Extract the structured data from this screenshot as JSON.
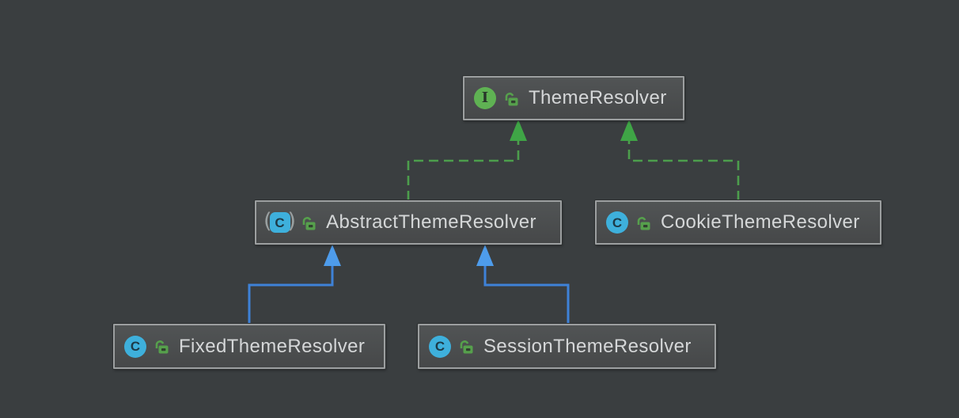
{
  "diagram": {
    "tool": "uml-class-diagram",
    "nodes": [
      {
        "id": "theme-resolver",
        "label": "ThemeResolver",
        "kind": "interface",
        "kind_letter": "I",
        "visibility": "public"
      },
      {
        "id": "abstract-theme-resolver",
        "label": "AbstractThemeResolver",
        "kind": "abstract-class",
        "kind_letter": "C",
        "visibility": "public"
      },
      {
        "id": "cookie-theme-resolver",
        "label": "CookieThemeResolver",
        "kind": "class",
        "kind_letter": "C",
        "visibility": "public"
      },
      {
        "id": "fixed-theme-resolver",
        "label": "FixedThemeResolver",
        "kind": "class",
        "kind_letter": "C",
        "visibility": "public"
      },
      {
        "id": "session-theme-resolver",
        "label": "SessionThemeResolver",
        "kind": "class",
        "kind_letter": "C",
        "visibility": "public"
      }
    ],
    "edges": [
      {
        "from": "AbstractThemeResolver",
        "to": "ThemeResolver",
        "relationship": "implements",
        "line_style": "dashed",
        "color": "#4c9e4c"
      },
      {
        "from": "CookieThemeResolver",
        "to": "ThemeResolver",
        "relationship": "implements",
        "line_style": "dashed",
        "color": "#4c9e4c"
      },
      {
        "from": "FixedThemeResolver",
        "to": "AbstractThemeResolver",
        "relationship": "extends",
        "line_style": "solid",
        "color": "#4088dd"
      },
      {
        "from": "SessionThemeResolver",
        "to": "AbstractThemeResolver",
        "relationship": "extends",
        "line_style": "solid",
        "color": "#4088dd"
      }
    ],
    "abstract_parens": {
      "open": "(",
      "close": ")"
    },
    "colors": {
      "background": "#3a3e40",
      "node_fill": "#4c4f50",
      "node_border": "#9c9fa0",
      "node_text": "#d5d7d8",
      "implements_green": "#4c9e4c",
      "implements_arrow": "#3fa546",
      "extends_blue": "#3e82d8",
      "extends_arrow": "#4e9ceb",
      "interface_icon_green": "#5fb253",
      "class_icon_cyan": "#3eb0dc",
      "lock_icon_green": "#56a04c"
    }
  }
}
